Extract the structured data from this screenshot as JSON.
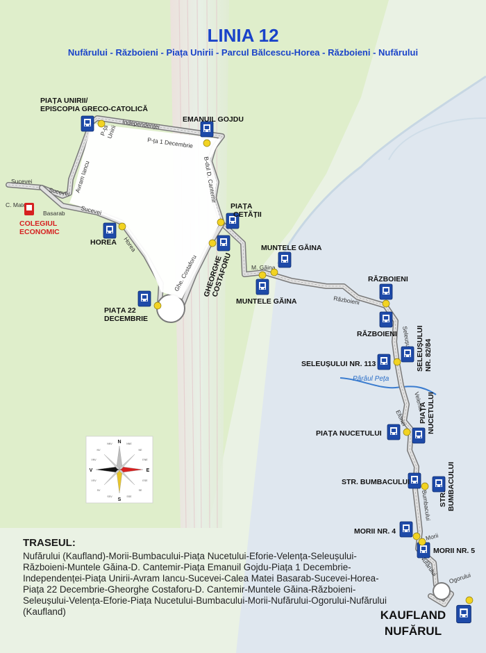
{
  "header": {
    "title": "LINIA 12",
    "subtitle": "Nufărului - Războieni - Piața Unirii - Parcul Bălcescu-Horea - Războieni - Nufărului"
  },
  "colors": {
    "title": "#1a43c9",
    "route_line": "#d8d8d8",
    "route_outline": "#7a7a7a",
    "stop_bus": "#1e4aa8",
    "stop_dot": "#f2d322",
    "school": "#d62020",
    "water": "#3a7ccf",
    "map_green": "#dfeecb",
    "map_blue": "#dfe7ef"
  },
  "stops": {
    "piata_unirii_line1": "PIAȚA UNIRII/",
    "piata_unirii_line2": "EPISCOPIA GRECO-CATOLICĂ",
    "emanuil_gojdu": "EMANUIL GOJDU",
    "piata_cetatii_line1": "PIAȚA",
    "piata_cetatii_line2": "CETĂȚII",
    "colegiul_line1": "COLEGIUL",
    "colegiul_line2": "ECONOMIC",
    "horea": "HOREA",
    "gheorghe_line1": "GHEORGHE",
    "gheorghe_line2": "COSTAFORU",
    "piata22_line1": "PIAȚA 22",
    "piata22_line2": "DECEMBRIE",
    "muntele_gaina_north": "MUNTELE GĂINA",
    "muntele_gaina_south": "MUNTELE GĂINA",
    "razboieni_north": "RĂZBOIENI",
    "razboieni_south": "RĂZBOIENI",
    "seleusului_113": "SELEUȘULUI NR. 113",
    "seleusului_8284_line1": "SELEUȘULUI",
    "seleusului_8284_line2": "NR. 82/84",
    "piata_nucetului_west": "PIAȚA NUCETULUI",
    "piata_nucetului_east_line1": "PIAȚA",
    "piata_nucetului_east_line2": "NUCETULUI",
    "str_bumbacului_west": "STR. BUMBACULUI",
    "str_bumbacului_east_line1": "STR.",
    "str_bumbacului_east_line2": "BUMBACULUI",
    "morii_4": "MORII NR. 4",
    "morii_5": "MORII NR. 5",
    "kaufland_line1": "KAUFLAND",
    "kaufland_line2": "NUFĂRUL"
  },
  "streets": {
    "independentei": "Independenței",
    "pta_unirii_line1": "P-ța",
    "pta_unirii_line2": "Unirii",
    "pta_1_decembrie": "P-ța 1 Decembrie",
    "avram_iancu": "Avram Iancu",
    "sucevei_1": "Sucevei",
    "sucevei_2": "Sucevei",
    "sucevei_3": "Sucevei",
    "c_matei": "C. Matei",
    "basarab": "Basarab",
    "horea": "Horea",
    "bdul_cantemir": "B-dul D. Cantemir",
    "ghe_costaforu": "Ghe. Costaforu",
    "m_gaina": "M. Găina",
    "razboieni": "Războieni",
    "seleusului": "Seleușului",
    "velenta": "Velenta",
    "eforiei": "Eforiei",
    "bumbacului": "Bumbacului",
    "morii": "Morii",
    "nufarului": "Nufărului",
    "ogorului": "Ogorului",
    "paraul_peta": "Pârâul Peța"
  },
  "compass": {
    "n": "N",
    "s": "S",
    "e": "E",
    "v": "V",
    "ne": "NE",
    "se": "SE",
    "sv": "SV",
    "nv": "NV",
    "nne": "NNE",
    "ene": "ENE",
    "ese": "ESE",
    "sse": "SSE",
    "ssv": "SSV",
    "vsv": "VSV",
    "vnv": "VNV",
    "nnv": "NNV"
  },
  "route": {
    "heading": "TRASEUL:",
    "text": "Nufărului (Kaufland)-Morii-Bumbacului-Piața Nucetului-Eforie-Velența-Seleușului-Războieni-Muntele Găina-D. Cantemir-Piața Emanuil Gojdu-Piața 1 Decembrie-Independenței-Piața Unirii-Avram Iancu-Sucevei-Calea Matei Basarab-Sucevei-Horea-Piața 22 Decembrie-Gheorghe Costaforu-D. Cantemir-Muntele Găina-Războieni-Seleușului-Velența-Eforie-Piața Nucetului-Bumbacului-Morii-Nufărului-Ogorului-Nufărului (Kaufland)"
  }
}
